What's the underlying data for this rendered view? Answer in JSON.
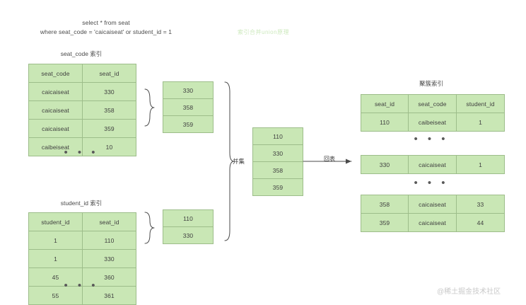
{
  "page": {
    "sql_line1": "select * from seat",
    "sql_line2": "where seat_code = 'caicaiseat' or student_id = 1",
    "green_watermark": "索引合并union原理",
    "corner_watermark": "@稀土掘金技术社区",
    "ellipsis": "• • •",
    "colors": {
      "cell_fill": "#c9e7b5",
      "cell_border": "#9dbd8a",
      "text": "#3f3f3f",
      "line": "#4a4a4a",
      "watermark_green": "#cde9bd",
      "watermark_grey": "#c9c9c9"
    }
  },
  "seat_code_index": {
    "caption": "seat_code 索引",
    "headers": [
      "seat_code",
      "seat_id"
    ],
    "rows": [
      [
        "caicaiseat",
        "330"
      ],
      [
        "caicaiseat",
        "358"
      ],
      [
        "caicaiseat",
        "359"
      ],
      [
        "caibeiseat",
        "10"
      ]
    ]
  },
  "student_id_index": {
    "caption": "student_id 索引",
    "headers": [
      "student_id",
      "seat_id"
    ],
    "rows": [
      [
        "1",
        "110"
      ],
      [
        "1",
        "330"
      ],
      [
        "45",
        "360"
      ],
      [
        "55",
        "361"
      ]
    ]
  },
  "seat_code_matches": {
    "values": [
      "330",
      "358",
      "359"
    ]
  },
  "student_id_matches": {
    "values": [
      "110",
      "330"
    ]
  },
  "union_result": {
    "label": "并集",
    "values": [
      "110",
      "330",
      "358",
      "359"
    ]
  },
  "lookup": {
    "label": "回表"
  },
  "clustered_index": {
    "caption": "聚簇索引",
    "headers": [
      "seat_id",
      "seat_code",
      "student_id"
    ],
    "block1": [
      [
        "110",
        "caibeiseat",
        "1"
      ]
    ],
    "block2": [
      [
        "330",
        "caicaiseat",
        "1"
      ]
    ],
    "block3": [
      [
        "358",
        "caicaiseat",
        "33"
      ],
      [
        "359",
        "caicaiseat",
        "44"
      ]
    ]
  }
}
